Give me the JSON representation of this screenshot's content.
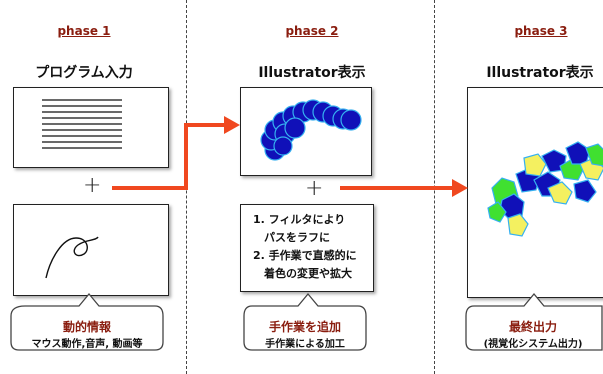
{
  "phases": [
    {
      "label": "phase 1",
      "title": "プログラム入力"
    },
    {
      "label": "phase 2",
      "title": "Illustrator表示"
    },
    {
      "label": "phase 3",
      "title": "Illustrator表示"
    }
  ],
  "plus_symbol": "+",
  "steps": [
    "1. フィルタにより",
    "　パスをラフに",
    "2. 手作業で直感的に",
    "　着色の変更や拡大"
  ],
  "callouts": [
    {
      "title": "動的情報",
      "subtitle": "マウス動作,音声, 動画等"
    },
    {
      "title": "手作業を追加",
      "subtitle": "手作業による加工"
    },
    {
      "title": "最終出力",
      "subtitle": "(視覚化システム出力)"
    }
  ],
  "colors": {
    "arrow": "#f0481f",
    "phase_label": "#8a1d0f",
    "blob_fill": "#1010b8",
    "blob_stroke": "#35b0f0",
    "yellow": "#f4f060",
    "green": "#40e030"
  }
}
